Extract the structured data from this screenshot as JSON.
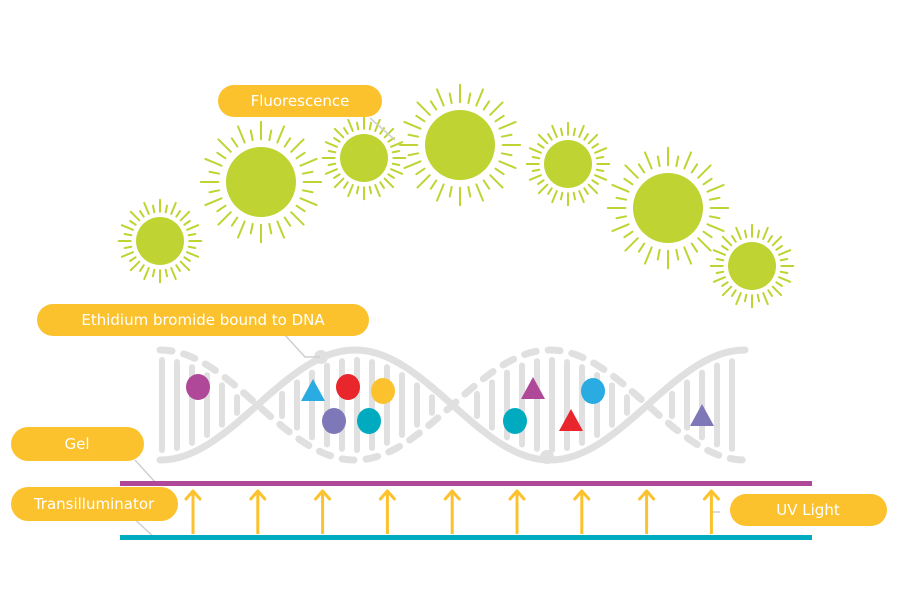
{
  "labels": {
    "fluorescence": "Fluorescence",
    "ethidium": "Ethidium bromide bound to DNA",
    "gel": "Gel",
    "transilluminator": "Transilluminator",
    "uv_light": "UV Light"
  },
  "colors": {
    "sun": "#bfd432",
    "label_bg": "#fcc22e",
    "gel_line": "#b0489a",
    "transilluminator_line": "#00aabf",
    "uv_arrow": "#fcc22e",
    "dna": "#e0e0e0",
    "magenta": "#b0489a",
    "red": "#e8262b",
    "yellow": "#fcc22e",
    "blue": "#2aabe2",
    "purple": "#7f78b8",
    "teal": "#00aabf"
  },
  "icons": [
    "sun-icon",
    "dna-helix-icon",
    "uv-arrow-icon",
    "molecule-circle-icon",
    "molecule-triangle-icon"
  ]
}
